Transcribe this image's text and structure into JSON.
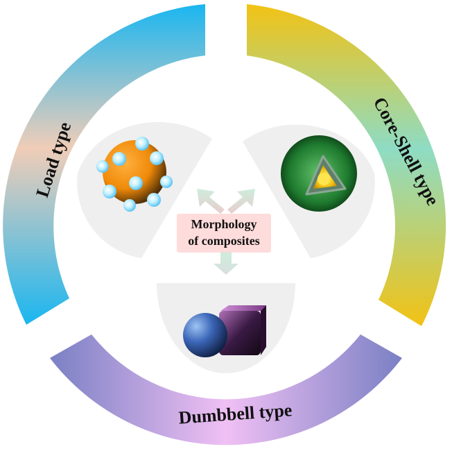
{
  "diagram": {
    "center_label_line1": "Morphology",
    "center_label_line2": "of composites",
    "segments": [
      {
        "id": "load",
        "label": "Load type",
        "color_start": "#1ab6f0",
        "color_mid": "#f0c8b4",
        "color_end": "#1ab6f0"
      },
      {
        "id": "core-shell",
        "label": "Core-Shell type",
        "color_start": "#f2c214",
        "color_mid": "#8edcc2",
        "color_end": "#f2c214"
      },
      {
        "id": "dumbbell",
        "label": "Dumbbell type",
        "color_start": "#7a80c4",
        "color_mid": "#f0c0f4",
        "color_end": "#7a80c4"
      }
    ]
  }
}
